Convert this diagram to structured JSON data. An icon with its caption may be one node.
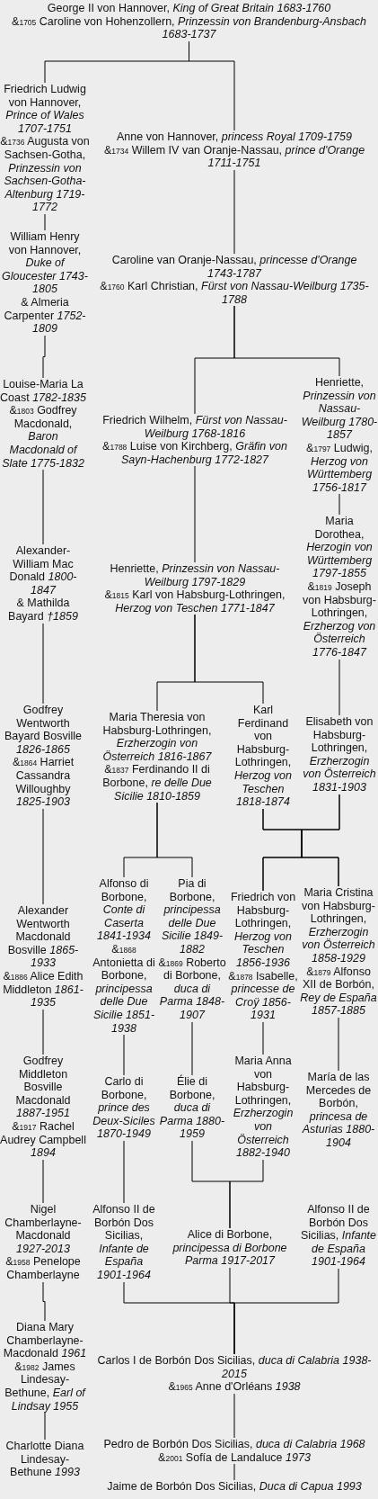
{
  "diagram": {
    "nodes": [
      {
        "text": [
          "George II von Hannover, *King of Great Britain 1683-1760*",
          "&$_{1705}$ Caroline von Hohenzollern, *Prinzessin von Brandenburg-Ansbach 1683-1737*"
        ]
      },
      {
        "text": [
          "Friedrich Ludwig von Hannover, *Prince of Wales 1707-1751*",
          "&$_{1736}$ Augusta von Sachsen-Gotha, *Prinzessin von Sachsen-Gotha-Altenburg 1719-1772*"
        ]
      },
      {
        "text": [
          "Anne von Hannover, *princess Royal 1709-1759*",
          "&$_{1734}$ Willem IV van Oranje-Nassau, *prince d'Orange 1711-1751*"
        ]
      },
      {
        "text": [
          "William Henry von Hannover, *Duke of Gloucester 1743-1805*",
          "& Almeria Carpenter *1752-1809*"
        ]
      },
      {
        "text": [
          "Caroline van Oranje-Nassau, *princesse d'Orange 1743-1787*",
          "&$_{1760}$ Karl Christian, *Fürst von Nassau-Weilburg 1735-1788*"
        ]
      },
      {
        "text": [
          "Louise-Maria La Coast *1782-1835*",
          "&$_{1803}$ Godfrey Macdonald, *Baron Macdonald of Slate 1775-1832*"
        ]
      },
      {
        "text": [
          "Friedrich Wilhelm, *Fürst von Nassau-Weilburg 1768-1816*",
          "&$_{1788}$ Luise von Kirchberg, *Gräfin von Sayn-Hachenburg 1772-1827*"
        ]
      },
      {
        "text": [
          "Henriette, *Prinzessin von Nassau-Weilburg 1780-1857*",
          "&$_{1797}$ Ludwig, *Herzog von Württemberg 1756-1817*"
        ]
      },
      {
        "text": [
          "Alexander-William Mac Donald *1800-1847*",
          "& Mathilda Bayard *†1859*"
        ]
      },
      {
        "text": [
          "Henriette, *Prinzessin von Nassau-Weilburg 1797-1829*",
          "&$_{1815}$ Karl von Habsburg-Lothringen, *Herzog von Teschen 1771-1847*"
        ]
      },
      {
        "text": [
          "Maria Dorothea, *Herzogin von Württemberg 1797-1855*",
          "&$_{1819}$ Joseph von Habsburg-Lothringen, *Erzherzog von Österreich 1776-1847*"
        ]
      },
      {
        "text": [
          "Godfrey Wentworth Bayard Bosville *1826-1865*",
          "&$_{1864}$ Harriet Cassandra Willoughby *1825-1903*"
        ]
      },
      {
        "text": [
          "Maria Theresia von Habsburg-Lothringen, *Erzherzogin von Österreich 1816-1867*",
          "&$_{1837}$ Ferdinando II di Borbone, *re delle Due Sicilie 1810-1859*"
        ]
      },
      {
        "text": [
          "Karl Ferdinand von Habsburg-Lothringen, *Herzog von Teschen 1818-1874*"
        ]
      },
      {
        "text": [
          "Elisabeth von Habsburg-Lothringen, *Erzherzogin von Österreich 1831-1903*"
        ]
      },
      {
        "text": [
          "Alexander Wentworth Macdonald Bosville *1865-1933*",
          "&$_{1886}$ Alice Edith Middleton *1861-1935*"
        ]
      },
      {
        "text": [
          "Alfonso di Borbone, *Conte di Caserta 1841-1934*",
          "&$_{1868}$ Antonietta di Borbone, *principessa delle Due Sicilie 1851-1938*"
        ]
      },
      {
        "text": [
          "Pia di Borbone, *principessa delle Due Sicilie 1849-1882*",
          "&$_{1869}$ Roberto di Borbone, *duca di Parma 1848-1907*"
        ]
      },
      {
        "text": [
          "Friedrich von Habsburg-Lothringen, *Herzog von Teschen 1856-1936*",
          "&$_{1878}$ Isabelle, *princesse de Croÿ 1856-1931*"
        ]
      },
      {
        "text": [
          "Maria Cristina von Habsburg-Lothringen, *Erzherzogin von Österreich 1858-1929*",
          "&$_{1879}$ Alfonso XII de Borbón, *Rey de España 1857-1885*"
        ]
      },
      {
        "text": [
          "Godfrey Middleton Bosville Macdonald *1887-1951*",
          "&$_{1917}$ Rachel Audrey Campbell *1894*"
        ]
      },
      {
        "text": [
          "Carlo di Borbone, *prince des Deux-Siciles 1870-1949*"
        ]
      },
      {
        "text": [
          "Élie di Borbone, *duca di Parma 1880-1959*"
        ]
      },
      {
        "text": [
          "Maria Anna von Habsburg-Lothringen, *Erzherzogin von Österreich 1882-1940*"
        ]
      },
      {
        "text": [
          "María de las Mercedes de Borbón, *princesa de Asturias 1880-1904*"
        ]
      },
      {
        "text": [
          "Nigel Chamberlayne-Macdonald *1927-2013*",
          "&$_{1958}$ Penelope Chamberlayne"
        ]
      },
      {
        "text": [
          "Alfonso II de Borbón Dos Sicilias, *Infante de España 1901-1964*"
        ]
      },
      {
        "text": [
          "Alice di Borbone, *principessa di Borbone Parma 1917-2017*"
        ]
      },
      {
        "text": [
          "Alfonso II de Borbón Dos Sicilias, *Infante de España 1901-1964*"
        ]
      },
      {
        "text": [
          "Diana Mary Chamberlayne-Macdonald *1961*",
          "&$_{1982}$ James Lindesay-Bethune, *Earl of Lindsay 1955*"
        ]
      },
      {
        "text": [
          "Carlos I de Borbón Dos Sicilias, *duca di Calabria 1938-2015*",
          "&$_{1965}$ Anne d'Orléans *1938*"
        ]
      },
      {
        "text": [
          "Charlotte Diana Lindesay-Bethune *1993*"
        ]
      },
      {
        "text": [
          "Pedro de Borbón Dos Sicilias, *duca di Calabria 1968*",
          "&$_{2001}$ Sofía de Landaluce *1973*"
        ]
      },
      {
        "text": [
          "Jaime de Borbón Dos Sicilias, *Duca di Capua 1993*"
        ]
      }
    ],
    "edges": [
      {
        "from": 0,
        "to": 1,
        "arrow": "none"
      },
      {
        "from": 0,
        "to": 2,
        "arrow": "none"
      },
      {
        "from": 1,
        "to": 3,
        "arrow": "none"
      },
      {
        "from": 2,
        "to": 4,
        "arrow": "none"
      },
      {
        "from": 3,
        "to": 5,
        "arrow": "none"
      },
      {
        "from": 4,
        "to": 6,
        "arrow": "none"
      },
      {
        "from": 4,
        "to": 7,
        "arrow": "none"
      },
      {
        "from": 5,
        "to": 8,
        "arrow": "none"
      },
      {
        "from": 6,
        "to": 9,
        "arrow": "none"
      },
      {
        "from": 7,
        "to": 10,
        "arrow": "none"
      },
      {
        "from": 8,
        "to": 11,
        "arrow": "none"
      },
      {
        "from": 9,
        "to": 12,
        "arrow": "none"
      },
      {
        "from": 9,
        "to": 13,
        "arrow": "none"
      },
      {
        "from": 10,
        "to": 14,
        "arrow": "none"
      },
      {
        "from": 11,
        "to": 15,
        "arrow": "none"
      },
      {
        "from": 12,
        "to": 16,
        "arrow": "none"
      },
      {
        "from": 12,
        "to": 17,
        "arrow": "none"
      },
      {
        "from": 13,
        "to": 18,
        "arrow": "none"
      },
      {
        "from": 13,
        "to": 19,
        "arrow": "none"
      },
      {
        "from": 14,
        "to": 18,
        "arrow": "none"
      },
      {
        "from": 14,
        "to": 19,
        "arrow": "none"
      },
      {
        "from": 15,
        "to": 20,
        "arrow": "none"
      },
      {
        "from": 16,
        "to": 21,
        "arrow": "none"
      },
      {
        "from": 17,
        "to": 22,
        "arrow": "none"
      },
      {
        "from": 18,
        "to": 23,
        "arrow": "none"
      },
      {
        "from": 19,
        "to": 24,
        "arrow": "none"
      },
      {
        "from": 22,
        "to": 27,
        "arrow": "none"
      },
      {
        "from": 23,
        "to": 27,
        "arrow": "none"
      },
      {
        "from": 20,
        "to": 25,
        "arrow": "none"
      },
      {
        "from": 21,
        "to": 26,
        "arrow": "none"
      },
      {
        "from": 26,
        "to": 30,
        "arrow": "none"
      },
      {
        "from": 27,
        "to": 30,
        "arrow": "none"
      },
      {
        "from": 28,
        "to": 30,
        "arrow": "none"
      },
      {
        "from": 25,
        "to": 29,
        "arrow": "none"
      },
      {
        "from": 29,
        "to": 31,
        "arrow": "none"
      },
      {
        "from": 30,
        "to": 32,
        "arrow": "none"
      },
      {
        "from": 32,
        "to": 33,
        "arrow": "none"
      }
    ]
  }
}
